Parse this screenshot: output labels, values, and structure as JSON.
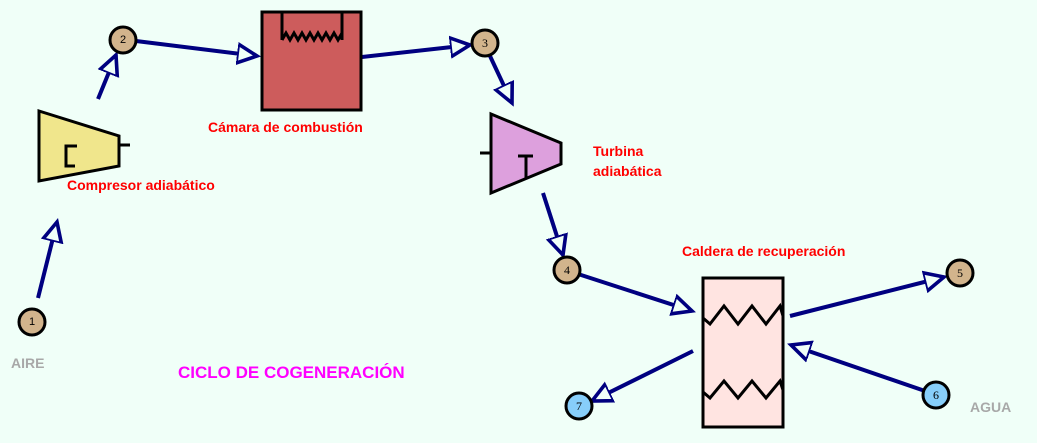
{
  "title": "CICLO DE COGENERACIÓN",
  "colors": {
    "background": "#f0fff8",
    "flow_line": "#000080",
    "label": "#ff0000",
    "title": "#ff00ff",
    "stream_label": "#a8a8a8",
    "gas_node": "#d2b48c",
    "water_node": "#87cefa",
    "compressor": "#f0e68c",
    "combustion_chamber": "#cd5c5c",
    "turbine": "#dda0dd",
    "boiler": "#ffe4e1"
  },
  "equipment": {
    "compressor": {
      "label": "Compresor adiabático"
    },
    "combustion_chamber": {
      "label": "Cámara de combustión"
    },
    "turbine": {
      "label_line1": "Turbina",
      "label_line2": "adiabática"
    },
    "boiler": {
      "label": "Caldera de recuperación"
    }
  },
  "streams": {
    "air": "AIRE",
    "water": "AGUA"
  },
  "nodes": [
    {
      "id": "1",
      "type": "gas"
    },
    {
      "id": "2",
      "type": "gas"
    },
    {
      "id": "3",
      "type": "gas"
    },
    {
      "id": "4",
      "type": "gas"
    },
    {
      "id": "5",
      "type": "gas"
    },
    {
      "id": "6",
      "type": "water"
    },
    {
      "id": "7",
      "type": "water"
    }
  ]
}
